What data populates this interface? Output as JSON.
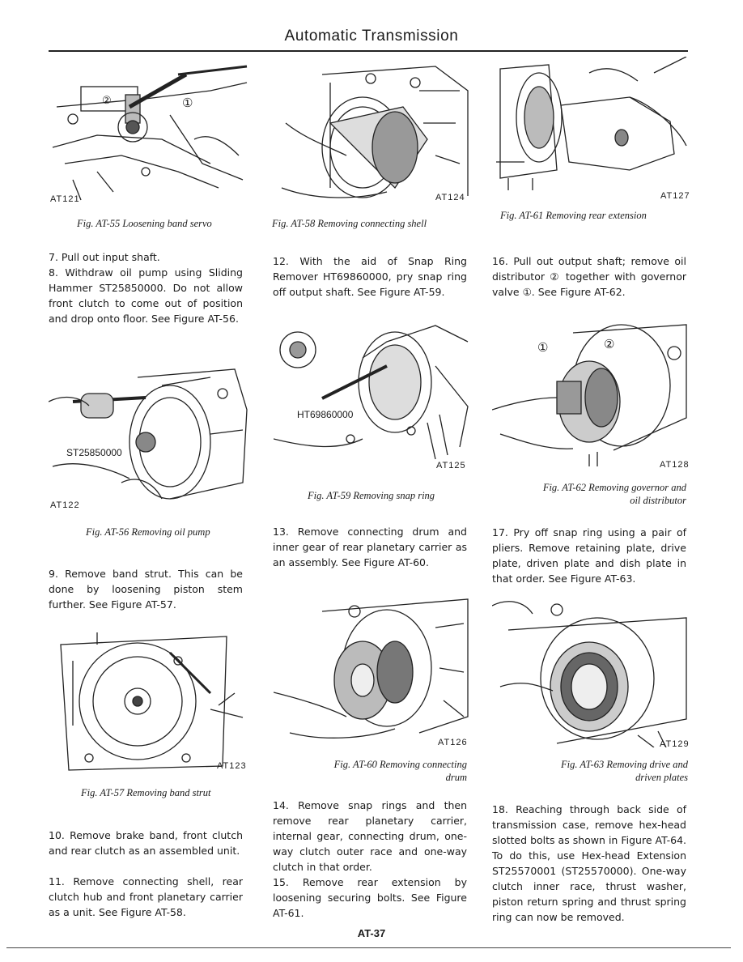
{
  "header": {
    "title": "Automatic Transmission"
  },
  "footer": {
    "page_number": "AT-37"
  },
  "figures": [
    {
      "code": "AT121",
      "caption": "Fig. AT-55 Loosening band servo"
    },
    {
      "code": "AT124",
      "caption": "Fig. AT-58 Removing connecting shell"
    },
    {
      "code": "AT127",
      "caption": "Fig. AT-61 Removing rear extension"
    },
    {
      "code": "AT122",
      "caption": "Fig. AT-56 Removing oil pump",
      "tool_label": "ST25850000"
    },
    {
      "code": "AT125",
      "caption": "Fig. AT-59 Removing snap ring",
      "tool_label": "HT69860000"
    },
    {
      "code": "AT128",
      "caption_line1": "Fig. AT-62 Removing governor and",
      "caption_line2": "oil distributor"
    },
    {
      "code": "AT123",
      "caption": "Fig. AT-57 Removing band strut"
    },
    {
      "code": "AT126",
      "caption_line1": "Fig. AT-60 Removing connecting",
      "caption_line2": "drum"
    },
    {
      "code": "AT129",
      "caption_line1": "Fig. AT-63 Removing drive and",
      "caption_line2": "driven plates"
    }
  ],
  "callouts": {
    "one": "①",
    "two": "②"
  },
  "paragraphs": {
    "p7": "7.   Pull out input shaft.",
    "p8": "8.   Withdraw oil pump using Sliding Hammer ST25850000. Do not allow front clutch to come out of position and drop onto floor. See Figure AT-56.",
    "p9": "9.   Remove band strut. This can be done by loosening piston stem further. See Figure AT-57.",
    "p10": "10.   Remove brake band, front clutch and rear clutch as an assembled unit.",
    "p11": "11.   Remove connecting shell, rear clutch hub and front planetary carrier as a unit. See Figure AT-58.",
    "p12": "12.   With the aid of Snap Ring Remover HT69860000, pry snap ring off output shaft. See Figure AT-59.",
    "p13": "13.   Remove connecting drum and inner gear of rear planetary carrier as an assembly. See Figure AT-60.",
    "p14": "14.   Remove snap rings and then remove rear planetary carrier, internal gear, connecting drum, one-way clutch outer race and one-way clutch in that order.",
    "p15": "15.   Remove rear extension by loosening securing bolts. See Figure AT-61.",
    "p16": "16.   Pull out output shaft; remove oil distributor ② together with governor valve ①. See Figure AT-62.",
    "p17": "17.   Pry off snap ring using a pair of pliers. Remove retaining plate, drive plate, driven plate and dish plate in that order. See Figure AT-63.",
    "p18": "18.   Reaching through back side of transmission case, remove hex-head slotted bolts as shown in Figure AT-64. To do this, use Hex-head Extension ST25570001 (ST25570000). One-way clutch inner race, thrust washer, piston return spring and thrust spring ring can now be removed."
  }
}
